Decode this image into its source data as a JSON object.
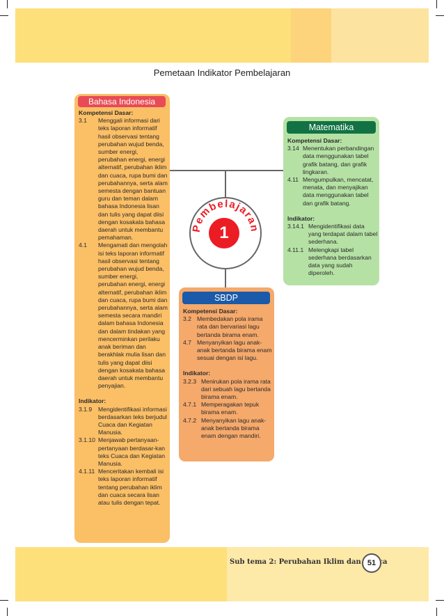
{
  "page_title": "Pemetaan Indikator Pembelajaran",
  "center": {
    "arc_label": "Pembelajaran",
    "number": "1"
  },
  "colors": {
    "bahasa_bg": "#fbbf66",
    "bahasa_hdr": "#e84b55",
    "mat_bg": "#b5e2a4",
    "mat_hdr": "#127244",
    "sbdp_bg": "#f5a96b",
    "sbdp_hdr": "#1a5aa8",
    "band": "#fde07a"
  },
  "bahasa": {
    "title": "Bahasa Indonesia",
    "kd_heading": "Kompetensi Dasar:",
    "kd": [
      {
        "num": "3.1",
        "text": "Menggali informasi dari teks laporan informatif hasil observasi tentang perubahan wujud benda, sumber energi, perubahan energi, energi alternatif, perubahan iklim dan cuaca, rupa bumi dan perubahannya, serta alam semesta dengan bantuan guru dan teman dalam bahasa Indonesia lisan dan tulis yang dapat diisi dengan kosakata bahasa daerah untuk membantu pemahaman."
      },
      {
        "num": "4.1",
        "text": "Mengamati dan mengolah isi teks laporan informatif hasil observasi tentang perubahan wujud benda, sumber energi, perubahan energi, energi alternatif, perubahan iklim dan cuaca, rupa bumi dan perubahannya, serta alam semesta secara mandiri dalam bahasa Indonesia dan dalam tindakan yang mencerminkan perilaku anak beriman dan berakhlak mulia lisan dan tulis yang dapat diisi dengan kosakata bahasa daerah untuk membantu penyajian."
      }
    ],
    "ind_heading": "Indikator:",
    "ind": [
      {
        "num": "3.1.9",
        "text": "Mengidentifikasi informasi berdasarkan teks berjudul Cuaca dan Kegiatan Manusia."
      },
      {
        "num": "3.1.10",
        "text": "Menjawab pertanyaan-pertanyaan berdasar-kan teks Cuaca dan Kegiatan Manusia."
      },
      {
        "num": "4.1.11",
        "text": "Menceritakan kembali isi teks laporan informatif tentang perubahan iklim dan cuaca secara lisan atau tulis dengan tepat."
      }
    ]
  },
  "matematika": {
    "title": "Matematika",
    "kd_heading": "Kompetensi Dasar:",
    "kd": [
      {
        "num": "3.14",
        "text": "Menentukan perbandingan data menggunakan tabel grafik batang, dan grafik lingkaran."
      },
      {
        "num": "4.11",
        "text": "Mengumpulkan, mencatat, menata, dan menyajikan data menggunakan tabel dan grafik batang."
      }
    ],
    "ind_heading": "Indikator:",
    "ind": [
      {
        "num": "3.14.1",
        "text": "Mengidentifikasi data yang terdapat dalam tabel sederhana."
      },
      {
        "num": "4.11.1",
        "text": "Melengkapi tabel sederhana berdasarkan data yang sudah diperoleh."
      }
    ]
  },
  "sbdp": {
    "title": "SBDP",
    "kd_heading": "Kompetensi Dasar:",
    "kd": [
      {
        "num": "3.2",
        "text": "Membedakan pola irama rata dan bervariasi lagu bertanda birama enam."
      },
      {
        "num": "4.7",
        "text": "Menyanyikan lagu anak-anak bertanda birama enam sesuai dengan isi lagu."
      }
    ],
    "ind_heading": "Indikator:",
    "ind": [
      {
        "num": "3.2.3",
        "text": "Menirukan pola irama rata dari sebuah lagu bertanda birama enam."
      },
      {
        "num": "4.7.1",
        "text": "Memperagakan tepuk birama enam."
      },
      {
        "num": "4.7.2",
        "text": "Menyanyikan lagu anak-anak bertanda birama enam dengan mandiri."
      }
    ]
  },
  "footer": {
    "subtheme": "Sub tema 2: Perubahan Iklim dan Cuaca",
    "page_number": "51"
  }
}
